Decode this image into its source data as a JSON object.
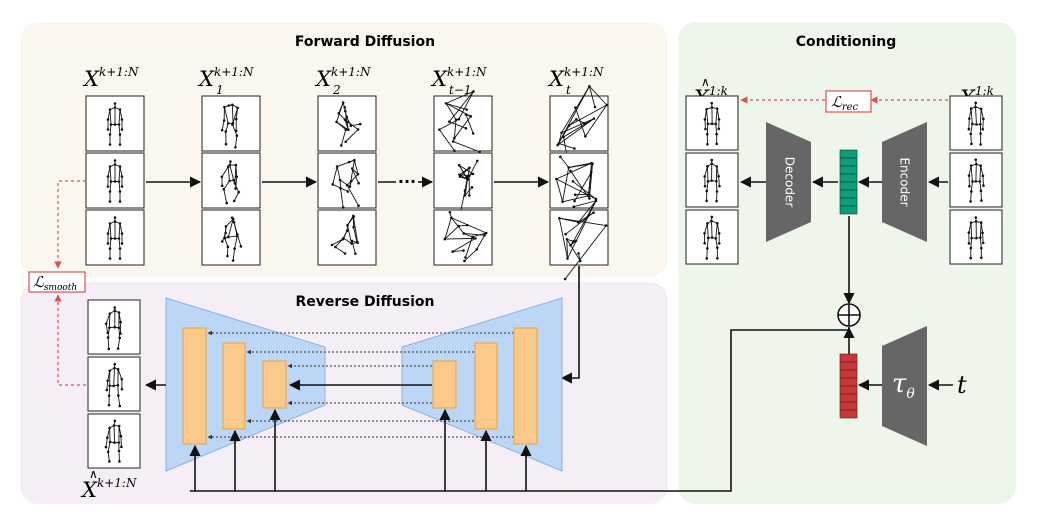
{
  "diagram": {
    "forward_title": "Forward Diffusion",
    "reverse_title": "Reverse Diffusion",
    "conditioning_title": "Conditioning",
    "ellipsis": "···",
    "forward_steps": [
      {
        "base": "X",
        "sub": "",
        "sup": "k+1:N"
      },
      {
        "base": "X",
        "sub": "1",
        "sup": "k+1:N"
      },
      {
        "base": "X",
        "sub": "2",
        "sup": "k+1:N"
      },
      {
        "base": "X",
        "sub": "t−1",
        "sup": "k+1:N"
      },
      {
        "base": "X",
        "sub": "t",
        "sup": "k+1:N"
      }
    ],
    "output_label": {
      "base": "X",
      "sup": "k+1:N",
      "hat": "∧"
    },
    "recon_label": {
      "base": "X",
      "sup": "1:k",
      "hat": "∧"
    },
    "cond_input_label": {
      "base": "X",
      "sup": "1:k"
    },
    "loss_rec": {
      "base": "ℒ",
      "sub": "rec"
    },
    "loss_smooth": {
      "base": "ℒ",
      "sub": "smooth"
    },
    "decoder_label": "Decoder",
    "encoder_label": "Encoder",
    "tau_label": {
      "base": "τ",
      "sub": "θ"
    },
    "time_label": "t",
    "sum_symbol": "⊕",
    "colors": {
      "forward_bg": "#fbf6ee",
      "reverse_bg": "#f6eef6",
      "conditioning_bg": "#eef5ea",
      "unet_fill": "#bcd6f6",
      "feature_fill": "#fbc98a",
      "feature_stroke": "#e8a23c",
      "block_gray": "#666666",
      "latent_green": "#0d9c76",
      "latent_red": "#c8393b",
      "loss_red": "#d9534f"
    }
  }
}
